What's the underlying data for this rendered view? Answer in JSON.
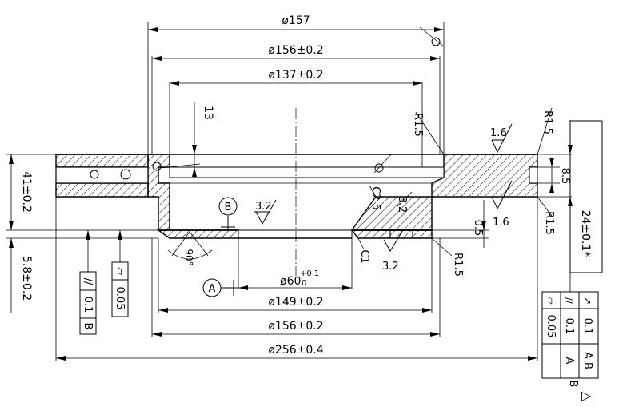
{
  "dimensions": {
    "d157": "ø157",
    "d156_top": "ø156±0.2",
    "d137": "ø137±0.2",
    "d60_base": "ø60",
    "d60_upper": "+0.1",
    "d60_lower": "0",
    "d149": "ø149±0.2",
    "d156_bottom": "ø156±0.2",
    "d256": "ø256±0.4",
    "h13": "13",
    "h41": "41±0.2",
    "h5_8": "5.8±0.2",
    "h8_5": "8.5",
    "h24": "24±0.1*",
    "h0_5": "0.5",
    "angle90": "90°"
  },
  "radii": {
    "r1": "R1.5",
    "r2": "R1.5",
    "r3": "R1.5",
    "r4": "R1.5"
  },
  "chamfers": {
    "c1": "C1",
    "c2_5": "C2.5"
  },
  "roughness": {
    "top_right": "1.6",
    "mid_right": "1.6",
    "center_32": "3.2",
    "slope_32": "3.2",
    "bottom_32": "3.2"
  },
  "datums": {
    "a": "A",
    "b": "B"
  },
  "tolerance_frames": {
    "left_parallel": {
      "symbol": "//",
      "value": "0.1",
      "datum": "B"
    },
    "left_flatness": {
      "symbol": "▱",
      "value": "0.05"
    },
    "right": {
      "row1": {
        "symbol": "↗",
        "value": "0.1",
        "datum": "A B"
      },
      "row2": {
        "symbol": "//",
        "value": "0.1",
        "datum": "A"
      },
      "row3": {
        "symbol": "▱",
        "value": "0.05",
        "datum": "B"
      }
    }
  },
  "symbols": {
    "triangle_marker": "▷"
  }
}
